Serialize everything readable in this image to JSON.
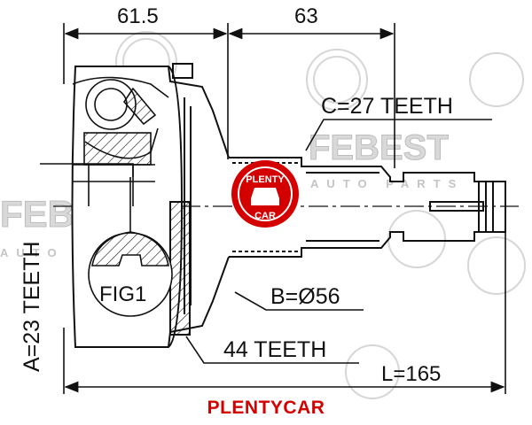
{
  "dimensions": {
    "top_left": "61.5",
    "top_right": "63",
    "total_length": "L=165"
  },
  "labels": {
    "spline_c": "C=27 TEETH",
    "spline_a": "A=23 TEETH",
    "diameter_b": "B=Ø56",
    "abs_ring": "44 TEETH",
    "figure": "FIG1"
  },
  "watermarks": {
    "brand_main": "FEBEST",
    "brand_sub": "AUTO PARTS",
    "stamp_top": "PLENTY",
    "stamp_bottom": "CAR"
  },
  "caption": "PLENTYCAR",
  "colors": {
    "line": "#111111",
    "watermark": "#cfcfcf",
    "accent": "#d40000"
  }
}
